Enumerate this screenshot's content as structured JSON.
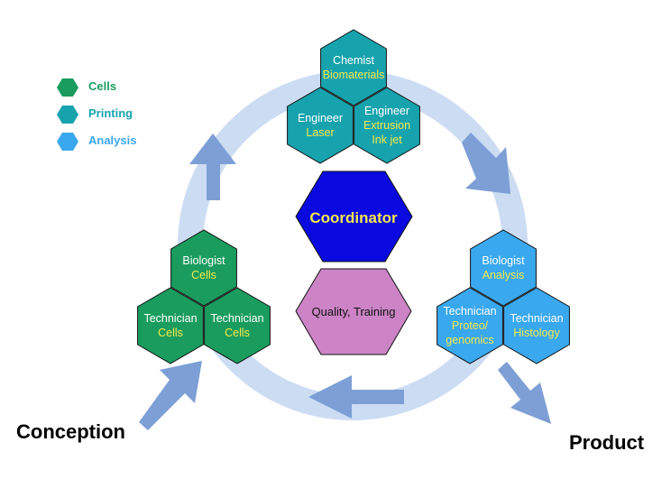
{
  "legend": [
    {
      "label": "Cells",
      "color": "#1a9c5e",
      "text_color": "#1a9c5e"
    },
    {
      "label": "Printing",
      "color": "#17a3ad",
      "text_color": "#17a3ad"
    },
    {
      "label": "Analysis",
      "color": "#3aa8ee",
      "text_color": "#3aa8ee"
    }
  ],
  "labels": {
    "conception": "Conception",
    "product": "Product"
  },
  "coordinator": {
    "label": "Coordinator",
    "fill": "#0a0ae0",
    "text_color": "#f4e94a"
  },
  "quality": {
    "label": "Quality, Training",
    "fill": "#cc84c6",
    "text_color": "#111111"
  },
  "printing_team": [
    {
      "role": "Chemist",
      "spec": [
        "Biomaterials"
      ]
    },
    {
      "role": "Engineer",
      "spec": [
        "Laser"
      ]
    },
    {
      "role": "Engineer",
      "spec": [
        "Extrusion",
        "Ink jet"
      ]
    }
  ],
  "cells_team": [
    {
      "role": "Biologist",
      "spec": [
        "Cells"
      ]
    },
    {
      "role": "Technician",
      "spec": [
        "Cells"
      ]
    },
    {
      "role": "Technician",
      "spec": [
        "Cells"
      ]
    }
  ],
  "analysis_team": [
    {
      "role": "Biologist",
      "spec": [
        "Analysis"
      ]
    },
    {
      "role": "Technician",
      "spec": [
        "Proteo/",
        "genomics"
      ]
    },
    {
      "role": "Technician",
      "spec": [
        "Histology"
      ]
    }
  ],
  "colors": {
    "cells": "#1a9c5e",
    "printing": "#17a3ad",
    "analysis": "#3aa8ee",
    "ring": "#ccdcf3",
    "arrow": "#7d9fd6",
    "role_text": "#ffffff",
    "spec_text": "#f4e94a"
  }
}
